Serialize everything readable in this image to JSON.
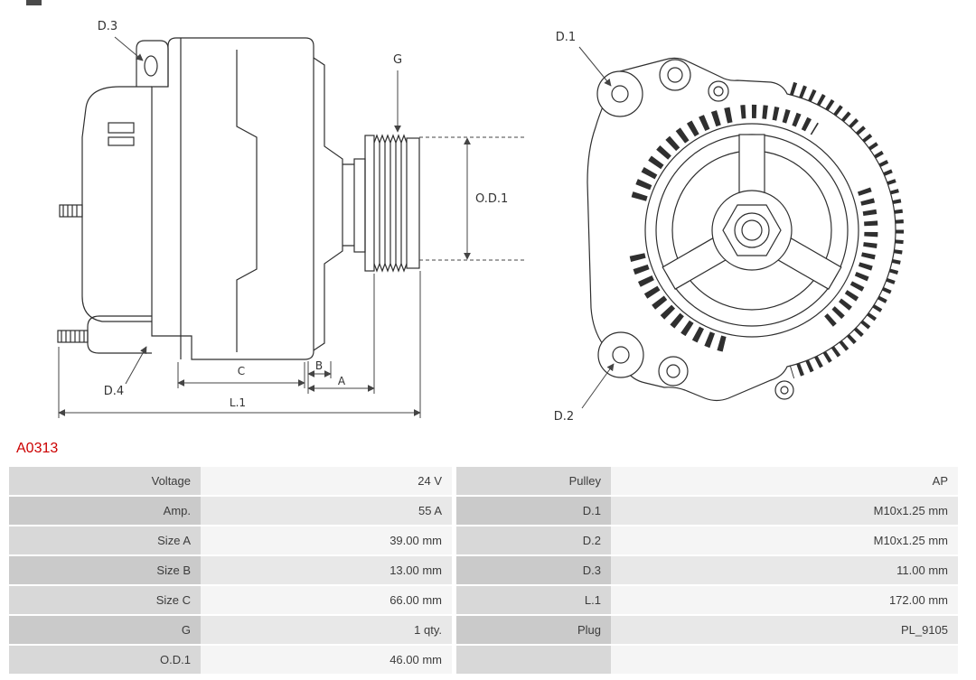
{
  "page": {
    "part_number": "A0313",
    "accent_color": "#cc0000"
  },
  "diagram": {
    "labels": {
      "d1": "D.1",
      "d2": "D.2",
      "d3": "D.3",
      "d4": "D.4",
      "g": "G",
      "od1": "O.D.1",
      "a": "A",
      "b": "B",
      "c": "C",
      "l1": "L.1"
    }
  },
  "table": {
    "rows": [
      {
        "label1": "Voltage",
        "value1": "24 V",
        "label2": "Pulley",
        "value2": "AP"
      },
      {
        "label1": "Amp.",
        "value1": "55 A",
        "label2": "D.1",
        "value2": "M10x1.25 mm"
      },
      {
        "label1": "Size A",
        "value1": "39.00 mm",
        "label2": "D.2",
        "value2": "M10x1.25 mm"
      },
      {
        "label1": "Size B",
        "value1": "13.00 mm",
        "label2": "D.3",
        "value2": "11.00 mm"
      },
      {
        "label1": "Size C",
        "value1": "66.00 mm",
        "label2": "L.1",
        "value2": "172.00 mm"
      },
      {
        "label1": "G",
        "value1": "1 qty.",
        "label2": "Plug",
        "value2": "PL_9105"
      },
      {
        "label1": "O.D.1",
        "value1": "46.00 mm",
        "label2": "",
        "value2": ""
      }
    ]
  }
}
